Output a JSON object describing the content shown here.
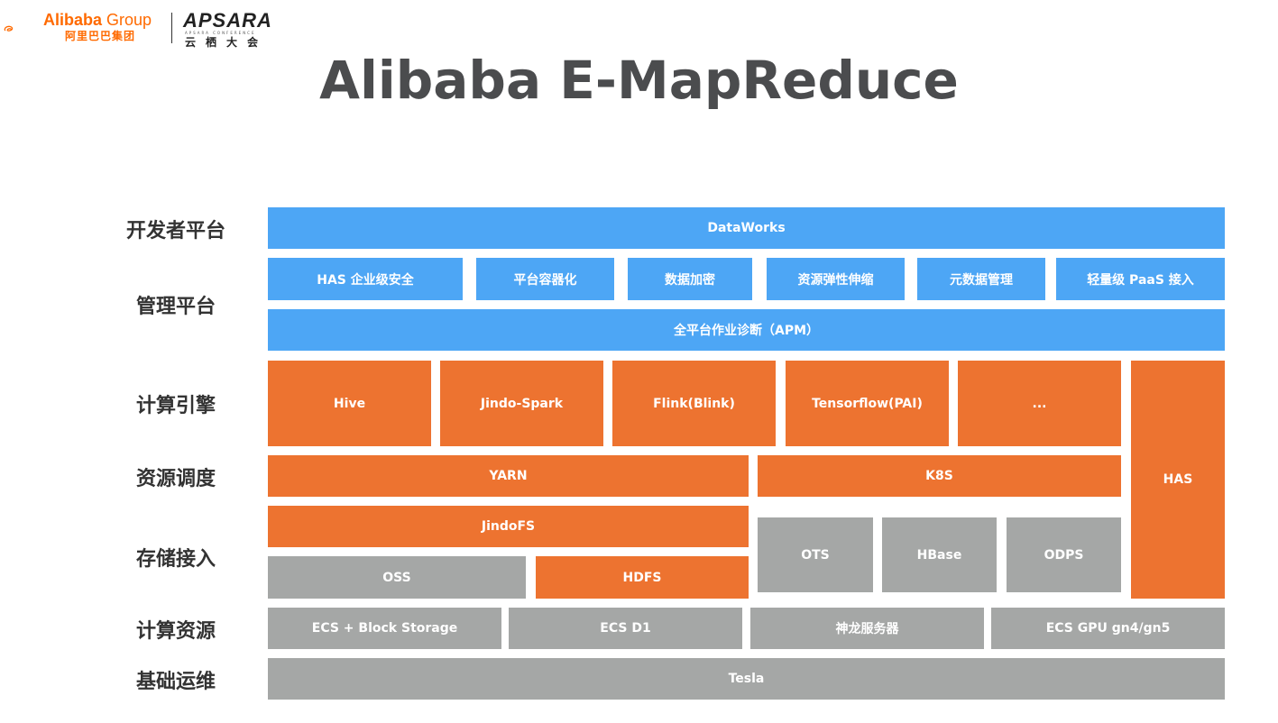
{
  "header": {
    "logo_en": "Alibaba",
    "logo_group": " Group",
    "logo_cn": "阿里巴巴集团",
    "conf_name": "APSARA",
    "conf_sub": "APSARA CONFERENCE",
    "conf_cn": "云栖大会"
  },
  "title": "Alibaba E-MapReduce",
  "rows": {
    "developer": "开发者平台",
    "management": "管理平台",
    "compute_engine": "计算引擎",
    "scheduling": "资源调度",
    "storage": "存储接入",
    "compute_resource": "计算资源",
    "ops": "基础运维"
  },
  "boxes": {
    "dataworks": "DataWorks",
    "has_security": "HAS 企业级安全",
    "containerize": "平台容器化",
    "encryption": "数据加密",
    "elastic": "资源弹性伸缩",
    "metadata": "元数据管理",
    "paas": "轻量级 PaaS 接入",
    "apm": "全平台作业诊断（APM）",
    "hive": "Hive",
    "jindo_spark": "Jindo-Spark",
    "flink": "Flink(Blink)",
    "tensorflow": "Tensorflow(PAI)",
    "more": "...",
    "has": "HAS",
    "yarn": "YARN",
    "k8s": "K8S",
    "jindofs": "JindoFS",
    "oss": "OSS",
    "hdfs": "HDFS",
    "ots": "OTS",
    "hbase": "HBase",
    "odps": "ODPS",
    "ecs_block": "ECS + Block Storage",
    "ecs_d1": "ECS  D1",
    "shenlong": "神龙服务器",
    "ecs_gpu": "ECS GPU gn4/gn5",
    "tesla": "Tesla"
  },
  "colors": {
    "blue": "#4da6f5",
    "orange": "#ed7330",
    "gray": "#a5a7a6",
    "logo_orange": "#ff6a00"
  }
}
